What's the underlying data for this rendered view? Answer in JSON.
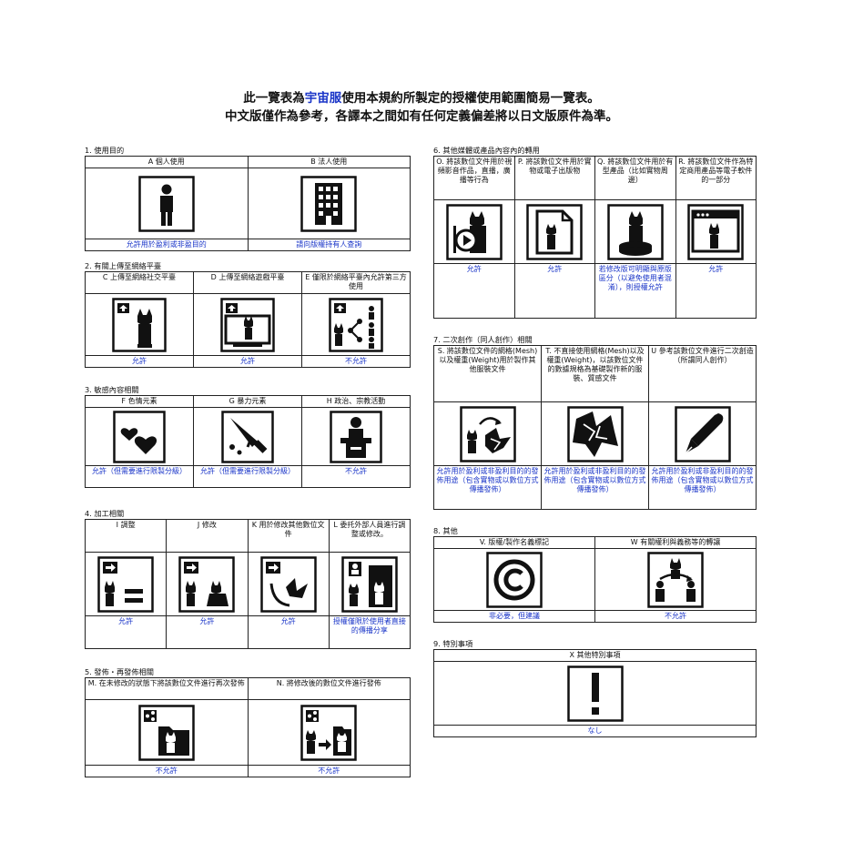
{
  "title": {
    "line1_pre": "此一覽表為",
    "line1_hl": "宇宙服",
    "line1_post": "使用本規約所製定的授權使用範圍簡易一覽表。",
    "line2": "中文版僅作為參考，各譯本之間如有任何定義偏差將以日文版原件為準。"
  },
  "colors": {
    "accent": "#1a35c8",
    "ink": "#111111"
  },
  "sections": [
    {
      "heading": "1. 使用目的",
      "items": [
        {
          "label": "A 個人使用",
          "icon": "person-icon",
          "status": "允許用於盈利或非盈目的"
        },
        {
          "label": "B 法人使用",
          "icon": "building-icon",
          "status": "請向版權持有人查詢"
        }
      ]
    },
    {
      "heading": "2. 有關上傳至網絡平臺",
      "items": [
        {
          "label": "C 上傳至網絡社交平臺",
          "icon": "social-upload-icon",
          "status": "允許"
        },
        {
          "label": "D 上傳至網絡遊戲平臺",
          "icon": "game-upload-icon",
          "status": "允許"
        },
        {
          "label": "E 僅限於網絡平臺內允許第三方使用",
          "icon": "third-party-icon",
          "status": "不允許"
        }
      ]
    },
    {
      "heading": "3. 敏感內容相關",
      "items": [
        {
          "label": "F 色情元素",
          "icon": "hearts-icon",
          "status": "允許（但需要進行限製分級）"
        },
        {
          "label": "G 暴力元素",
          "icon": "knife-icon",
          "status": "允許（但需要進行限製分級）"
        },
        {
          "label": "H 政治、宗教活動",
          "icon": "podium-icon",
          "status": "不允許"
        }
      ]
    },
    {
      "heading": "4. 加工相關",
      "items": [
        {
          "label": "I 調整",
          "icon": "adjust-icon",
          "status": "允許"
        },
        {
          "label": "J 修改",
          "icon": "modify-icon",
          "status": "允許"
        },
        {
          "label": "K 用於修改其他數位文件",
          "icon": "reuse-parts-icon",
          "status": "允許"
        },
        {
          "label": "L 委托外部人員進行調整或修改。",
          "icon": "outsource-icon",
          "status": "授權僅限於使用者直接的傳播分享"
        }
      ]
    },
    {
      "heading": "5. 發佈・再發佈相關",
      "items": [
        {
          "label": "M. 在未修改的狀態下將該數位文件進行再次發佈",
          "icon": "redistribute-icon",
          "status": "不允許"
        },
        {
          "label": "N. 將修改後的數位文件進行發佈",
          "icon": "redistribute-modified-icon",
          "status": "不允許"
        }
      ]
    },
    {
      "heading": "6. 其他媒體或產品內容內的轉用",
      "items": [
        {
          "label": "O. 將該數位文件用於視頻影音作品，直播，廣播等行為",
          "icon": "video-icon",
          "status": "允許"
        },
        {
          "label": "P. 將該數位文件用於實物或電子出版物",
          "icon": "publication-icon",
          "status": "允許"
        },
        {
          "label": "Q. 將該數位文件用於有型產品（比如實物周邊）",
          "icon": "figure-icon",
          "status": "若修改版可明顯與原版區分（以避免使用者混淆），則授權允許"
        },
        {
          "label": "R. 將該數位文件作為特定商用產品等電子軟件的一部分",
          "icon": "software-icon",
          "status": "允許"
        }
      ]
    },
    {
      "heading": "7. 二次創作（同人創作）相關",
      "items": [
        {
          "label": "S. 將該數位文件的網格(Mesh)以及權重(Weight)用於製作其他服裝文件",
          "icon": "mesh-reuse-icon",
          "status": "允許用於盈利或非盈利目的的發佈用途（包含實物或以數位方式傳播發佈）"
        },
        {
          "label": "T. 不直接使用網格(Mesh)以及權重(Weight)，以該數位文件的數據規格為基礎製作新的服裝、質感文件",
          "icon": "mesh-reference-icon",
          "status": "允許用於盈利或非盈利目的的發佈用途（包含實物或以數位方式傳播發佈）"
        },
        {
          "label": "U 參考該數位文件進行二次創造（所謂同人創作）",
          "icon": "pen-icon",
          "status": "允許用於盈利或非盈利目的的發佈用途（包含實物或以數位方式傳播發佈）"
        }
      ]
    },
    {
      "heading": "8. 其他",
      "items": [
        {
          "label": "V. 版權/製作名義標記",
          "icon": "copyright-icon",
          "status": "非必要，但建議"
        },
        {
          "label": "W 有關權利與義務等的轉讓",
          "icon": "transfer-icon",
          "status": "不允許"
        }
      ]
    },
    {
      "heading": "9. 特別事項",
      "items": [
        {
          "label": "X 其他特別事項",
          "icon": "exclamation-icon",
          "status": "なし"
        }
      ]
    }
  ]
}
